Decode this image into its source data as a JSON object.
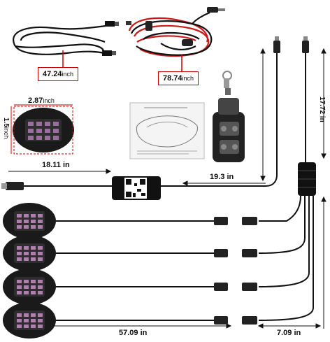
{
  "labels": {
    "cable1_length": "47.24",
    "cable1_unit": "inch",
    "cable2_length": "78.74",
    "cable2_unit": "inch",
    "pod_width": "2.87",
    "pod_width_unit": "inch",
    "pod_height": "1.5",
    "pod_height_unit": "inch",
    "lead_left": "18.11 in",
    "lead_right": "19.3 in",
    "vertical_right": "17.72 in",
    "bottom_lead": "57.09 in",
    "bottom_right": "7.09 in"
  },
  "colors": {
    "dimension_box_border": "#cc0000",
    "cable": "#111111",
    "red_wire": "#cc1a1a",
    "pod_body": "#1a1a1a",
    "led_color": "#b07fb0"
  },
  "icons": [
    "qr-code-icon",
    "remote-control-icon",
    "led-rock-light-icon",
    "manual-diagram-icon"
  ]
}
